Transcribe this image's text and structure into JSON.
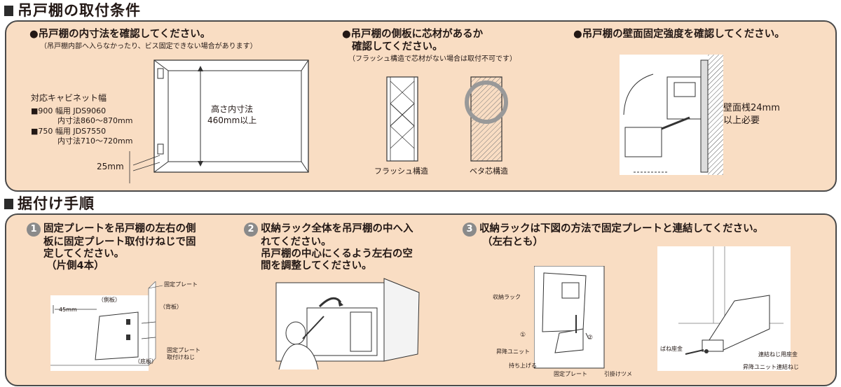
{
  "section1": {
    "title": "吊戸棚の取付条件",
    "col1": {
      "bullet": "●吊戸棚の内寸法を確認してください。",
      "note": "（吊戸棚内部へ入らなかったり、ビス固定できない場合があります）",
      "cabinet_heading": "対応キャビネット幅",
      "models": [
        {
          "line1": "■900 幅用 JDS9060",
          "line2": "内寸法860～870mm"
        },
        {
          "line1": "■750 幅用 JDS7550",
          "line2": "内寸法710～720mm"
        }
      ],
      "height_label_1": "高さ内寸法",
      "height_label_2": "460mm以上",
      "dim_25": "25mm"
    },
    "col2": {
      "bullet_1": "●吊戸棚の側板に芯材があるか",
      "bullet_2": "確認してください。",
      "note": "（フラッシュ構造で芯材がない場合は取付不可です）",
      "label_flush": "フラッシュ構造",
      "label_beta": "ベタ芯構造"
    },
    "col3": {
      "bullet": "●吊戸棚の壁面固定強度を確認してください。",
      "wall_label_1": "壁面桟24mm",
      "wall_label_2": "以上必要"
    }
  },
  "section2": {
    "title": "据付け手順",
    "step1": {
      "num": "1",
      "text_1": "固定プレートを吊戸棚の左右の側",
      "text_2": "板に固定プレート取付けねじで固",
      "text_3": "定してください。",
      "text_4": "（片側4本）",
      "lbl_plate": "固定プレート",
      "lbl_side": "（側板）",
      "lbl_back": "（背板）",
      "lbl_45": "45mm",
      "lbl_screw_1": "固定プレート",
      "lbl_screw_2": "取付けねじ",
      "lbl_bottom": "（底板）"
    },
    "step2": {
      "num": "2",
      "text_1": "収納ラック全体を吊戸棚の中へ入",
      "text_2": "れてください。",
      "text_3": "吊戸棚の中心にくるよう左右の空",
      "text_4": "間を調整してください。"
    },
    "step3": {
      "num": "3",
      "text_1": "収納ラックは下図の方法で固定プレートと連結してください。",
      "text_2": "（左右とも）",
      "lbl_rack": "収納ラック",
      "lbl_c1": "①",
      "lbl_c2": "②",
      "lbl_lift_unit": "昇降ユニット",
      "lbl_lift": "持ち上げる",
      "lbl_plate": "固定プレート",
      "lbl_hook": "引掛けツメ",
      "lbl_washer": "ばね座金",
      "lbl_conn_washer": "連結ねじ用座金",
      "lbl_conn_screw": "昇降ユニット連結ねじ"
    }
  },
  "colors": {
    "panel_bg": "#f9ddc3",
    "border": "#4a4a4a",
    "step_circle": "#8a8a8a"
  }
}
